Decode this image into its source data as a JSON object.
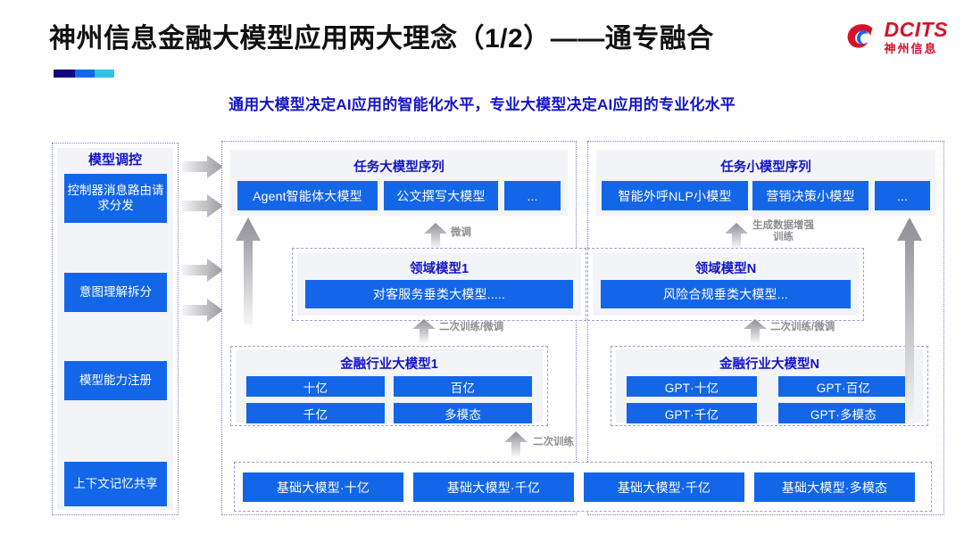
{
  "header": {
    "title": "神州信息金融大模型应用两大理念（1/2）——通专融合",
    "subtitle": "通用大模型决定AI应用的智能化水平，专业大模型决定AI应用的专业化水平",
    "logo_en": "DCITS",
    "logo_cn": "神州信息",
    "rule_colors": [
      "#13057e",
      "#1569e8",
      "#2fc3e8"
    ],
    "accent_blue": "#1366e8",
    "title_blue": "#1414c8",
    "logo_red": "#d6112b"
  },
  "left_column": {
    "title": "模型调控",
    "items": [
      {
        "label": "控制器消息路由请求分发"
      },
      {
        "label": "意图理解拆分"
      },
      {
        "label": "模型能力注册"
      },
      {
        "label": "上下文记忆共享"
      }
    ]
  },
  "task_large_model": {
    "title": "任务大模型序列",
    "items": [
      "Agent智能体大模型",
      "公文撰写大模型",
      "..."
    ]
  },
  "task_small_model": {
    "title": "任务小模型序列",
    "items": [
      "智能外呼NLP小模型",
      "营销决策小模型",
      "..."
    ]
  },
  "domain_models": [
    {
      "title": "领域模型1",
      "item": "对客服务垂类大模型....."
    },
    {
      "title": "领域模型N",
      "item": "风险合规垂类大模型..."
    }
  ],
  "industry_models": [
    {
      "title": "金融行业大模型1",
      "items": [
        "十亿",
        "百亿",
        "千亿",
        "多模态"
      ]
    },
    {
      "title": "金融行业大模型N",
      "items": [
        "GPT·十亿",
        "GPT·百亿",
        "GPT·千亿",
        "GPT·多模态"
      ]
    }
  ],
  "foundation_models": {
    "items": [
      "基础大模型·十亿",
      "基础大模型·千亿",
      "基础大模型·千亿",
      "基础大模型·多模态"
    ]
  },
  "flow_labels": {
    "fine_tune": "微调",
    "data_augment": "生成数据增强\n训练",
    "retrain_finetune_left": "二次训练/微调",
    "retrain_finetune_right": "二次训练/微调",
    "retrain": "二次训练"
  }
}
